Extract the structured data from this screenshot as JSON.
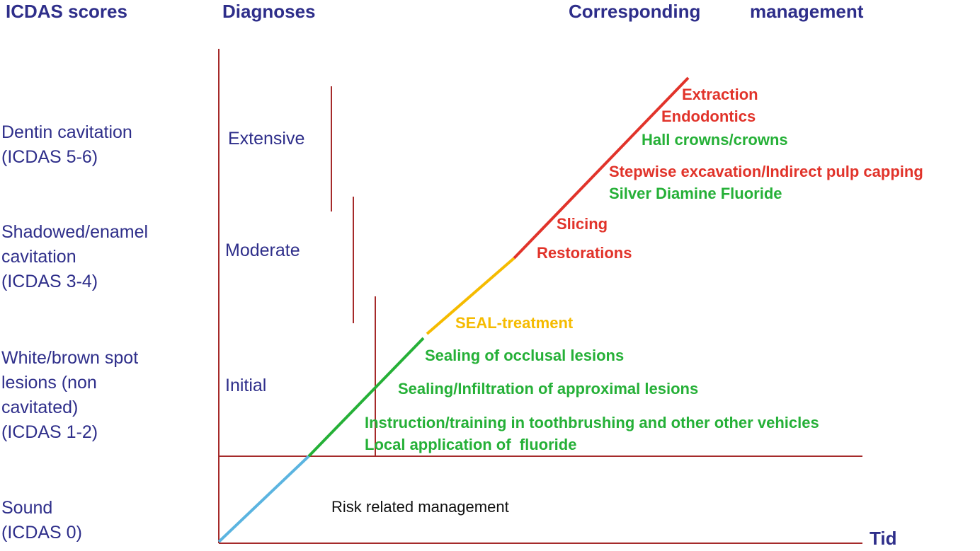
{
  "headers": {
    "icdas": "ICDAS scores",
    "diagnoses": "Diagnoses",
    "management_1": "Corresponding",
    "management_2": "management"
  },
  "scores": [
    {
      "lines": [
        "Dentin cavitation",
        "(ICDAS 5-6)"
      ]
    },
    {
      "lines": [
        "Shadowed/enamel",
        "cavitation",
        "(ICDAS 3-4)"
      ]
    },
    {
      "lines": [
        "White/brown spot",
        "lesions (non",
        "cavitated)",
        "(ICDAS 1-2)"
      ]
    },
    {
      "lines": [
        "Sound",
        "(ICDAS 0)"
      ]
    }
  ],
  "diagnoses": {
    "extensive": "Extensive",
    "moderate": "Moderate",
    "initial": "Initial"
  },
  "management": {
    "extraction": "Extraction",
    "endodontics": "Endodontics",
    "hall_crowns": "Hall crowns/crowns",
    "stepwise": "Stepwise excavation/Indirect pulp capping",
    "sdf": "Silver Diamine Fluoride",
    "slicing": "Slicing",
    "restorations": "Restorations",
    "seal": "SEAL-treatment",
    "sealing_occlusal": "Sealing of occlusal lesions",
    "sealing_approximal": "Sealing/Infiltration of approximal lesions",
    "instruction": "Instruction/training in toothbrushing and other other vehicles",
    "fluoride": "Local application of  fluoride"
  },
  "risk_label": "Risk related management",
  "axis_label": "Tid",
  "colors": {
    "axis": "#a52a2a",
    "text_navy": "#2e2e8a",
    "red": "#e1332a",
    "green": "#25b037",
    "yellow": "#f5bb00",
    "blue": "#5bb4e0"
  }
}
